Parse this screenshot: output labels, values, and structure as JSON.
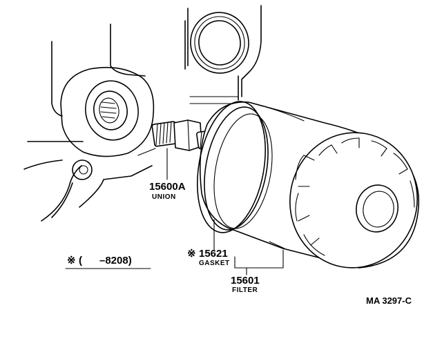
{
  "parts": [
    {
      "number": "15600A",
      "name": "UNION"
    },
    {
      "number": "15621",
      "name": "GASKET",
      "marker": "※"
    },
    {
      "number": "15601",
      "name": "FILTER"
    }
  ],
  "footnote": {
    "marker": "※",
    "text": "(      –8208)"
  },
  "drawing_code": "MA 3297-C"
}
